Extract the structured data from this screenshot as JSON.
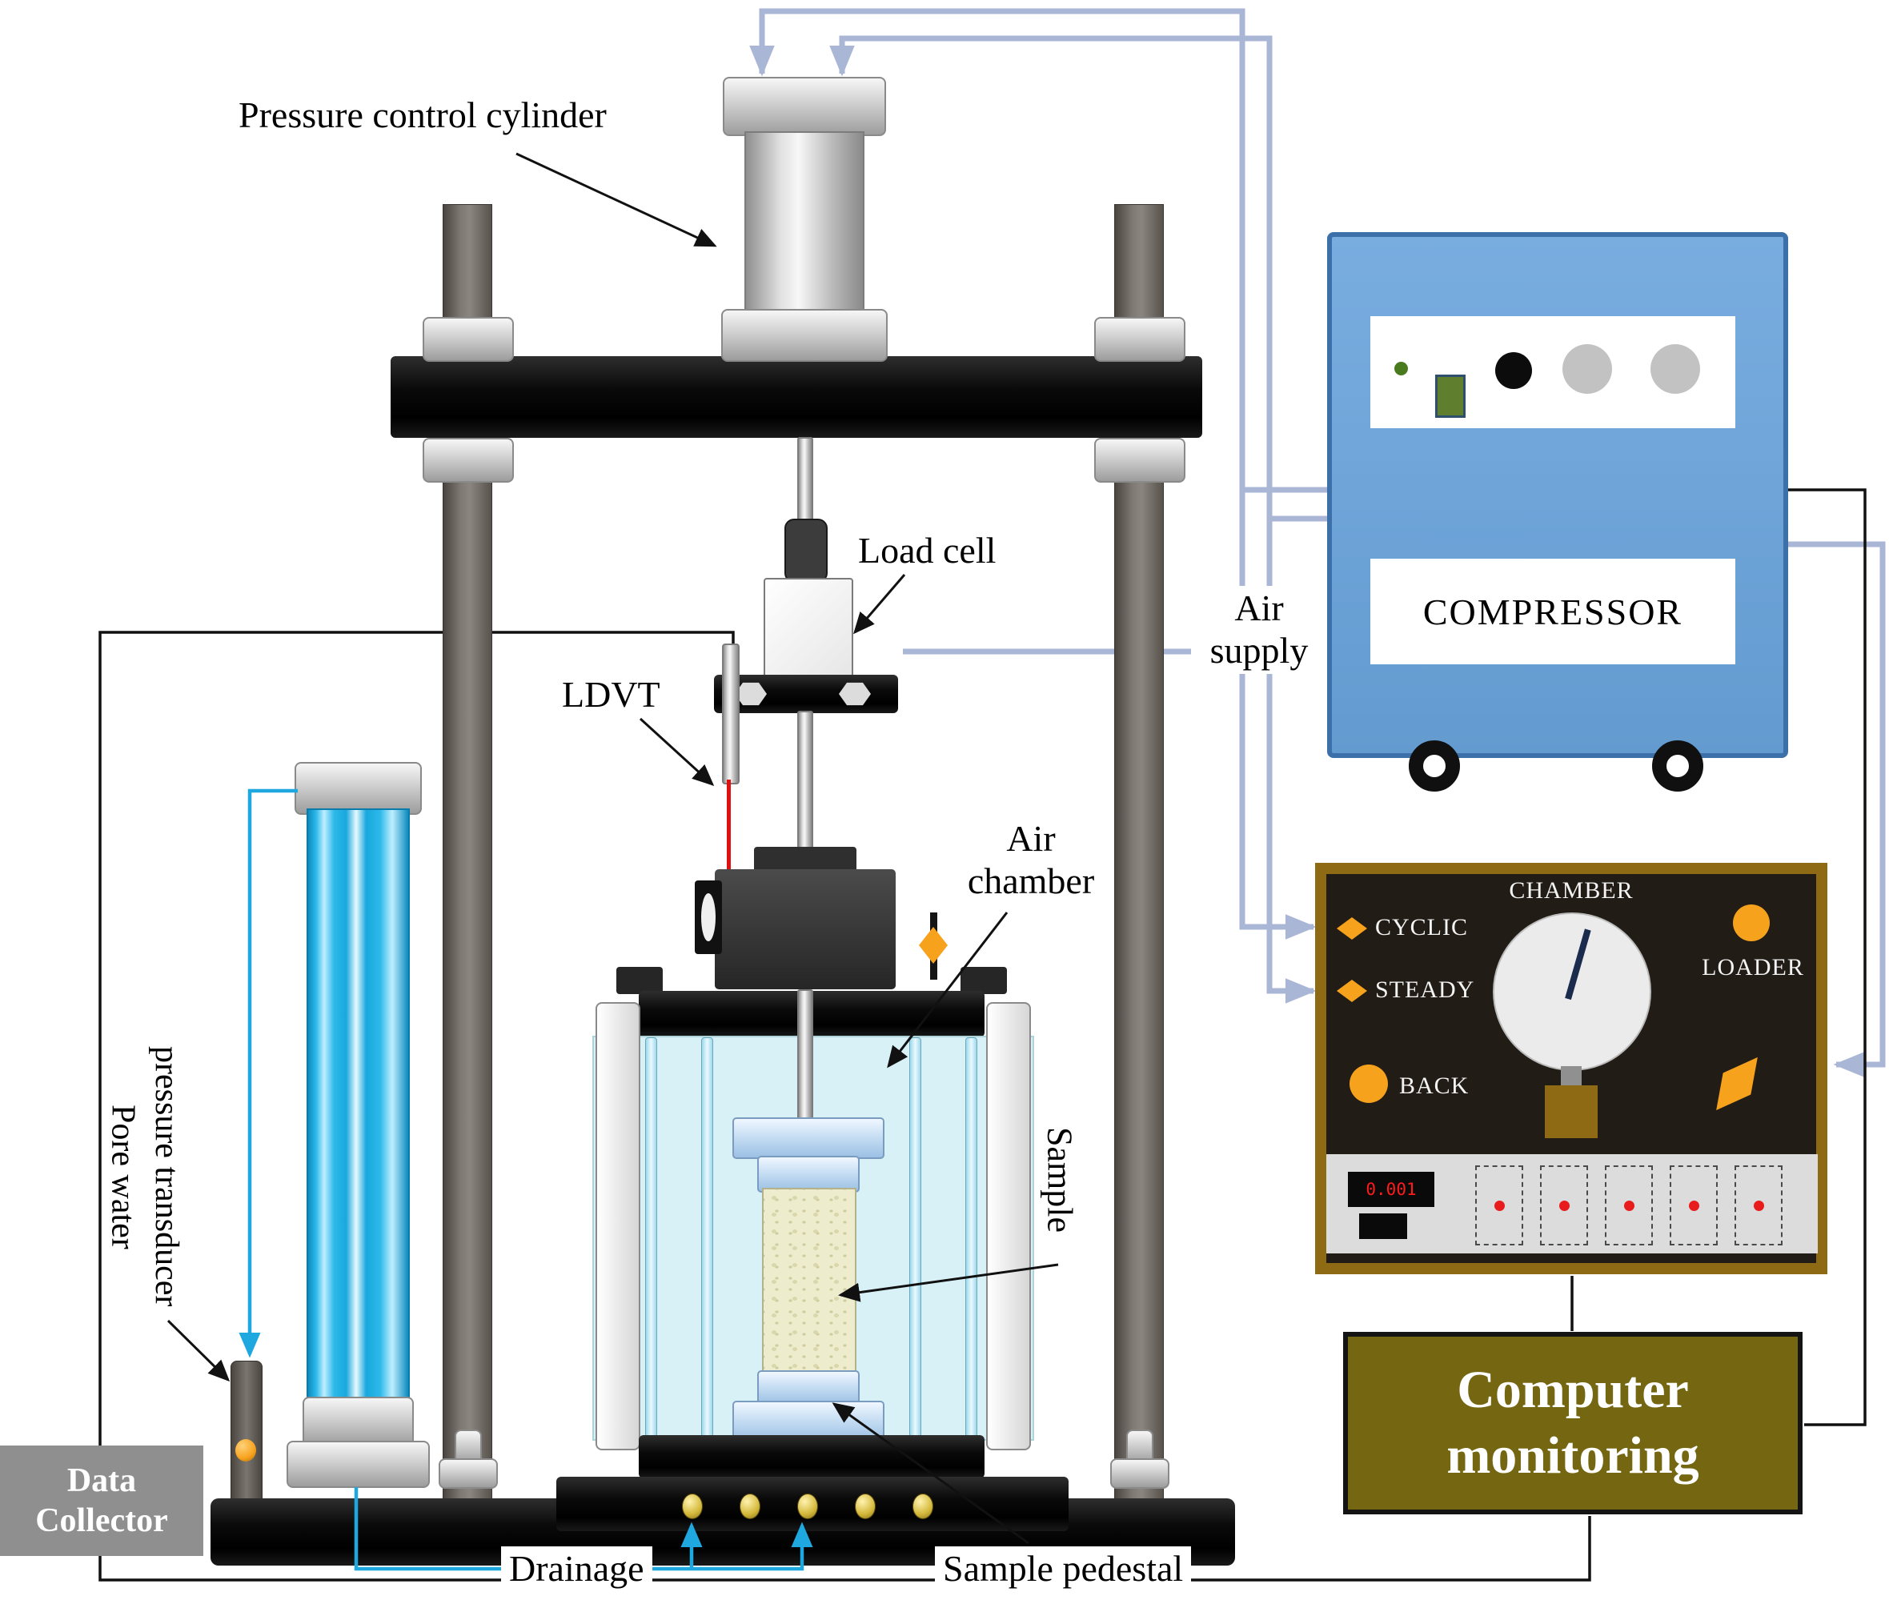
{
  "colors": {
    "accent_orange": "#f7a21d",
    "air_line_blue": "#a9b6d6",
    "cyan_line": "#1fa8e0",
    "compressor_blue": "#6ba3d6",
    "panel_gold_brown": "#8f6a14",
    "computer_box_olive": "#756712",
    "ldvt_red": "#e01010"
  },
  "labels": {
    "pressure_control_cylinder": "Pressure control cylinder",
    "load_cell": "Load cell",
    "ldvt": "LDVT",
    "air_chamber_line1": "Air",
    "air_chamber_line2": "chamber",
    "air_supply_line1": "Air",
    "air_supply_line2": "supply",
    "sample": "Sample",
    "pore_water_line1": "Pore water",
    "pore_water_line2": "pressure transducer",
    "data_collector": "Data Collector",
    "drainage": "Drainage",
    "sample_pedestal": "Sample pedestal"
  },
  "compressor": {
    "name": "COMPRESSOR"
  },
  "control_panel": {
    "cyclic": "CYCLIC",
    "steady": "STEADY",
    "chamber": "CHAMBER",
    "loader": "LOADER",
    "back": "BACK",
    "display_value": "0.001"
  },
  "computer_monitoring": {
    "line1": "Computer",
    "line2": "monitoring"
  }
}
